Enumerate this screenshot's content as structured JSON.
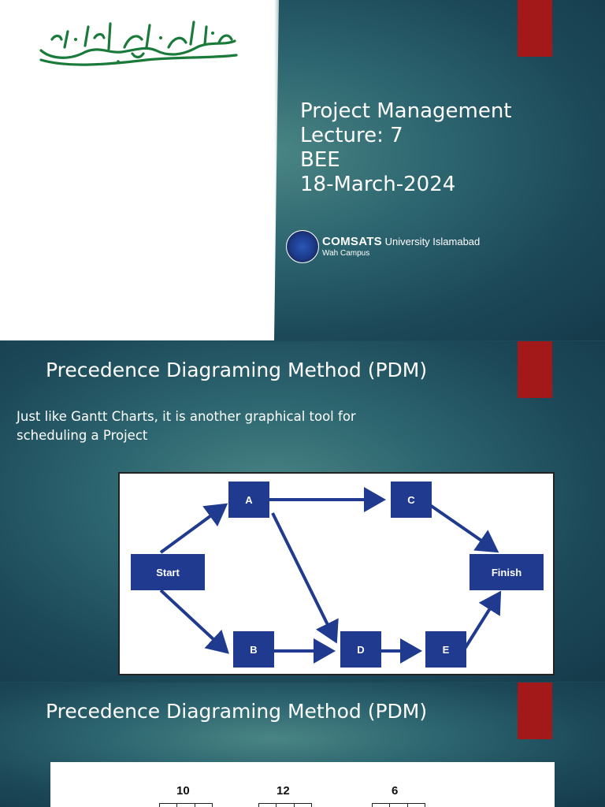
{
  "slide1": {
    "calligraphy_name": "bismillah-calligraphy",
    "title_lines": [
      "Project Management",
      "Lecture: 7",
      "BEE",
      "18-March-2024"
    ],
    "logo": {
      "name_bold": "COMSATS",
      "name_rest": " University Islamabad",
      "campus": "Wah Campus"
    }
  },
  "slide2": {
    "heading": "Precedence Diagraming Method (PDM)",
    "text": "Just like Gantt Charts, it is another graphical tool for scheduling a Project",
    "nodes": {
      "start": "Start",
      "a": "A",
      "b": "B",
      "c": "C",
      "d": "D",
      "e": "E",
      "finish": "Finish"
    }
  },
  "slide3": {
    "heading": "Precedence Diagraming Method (PDM)",
    "durations": [
      "10",
      "12",
      "6"
    ]
  },
  "colors": {
    "accent_red": "#a31818",
    "node_blue": "#1f3a8f",
    "calligraphy_green": "#1a7a3a"
  }
}
